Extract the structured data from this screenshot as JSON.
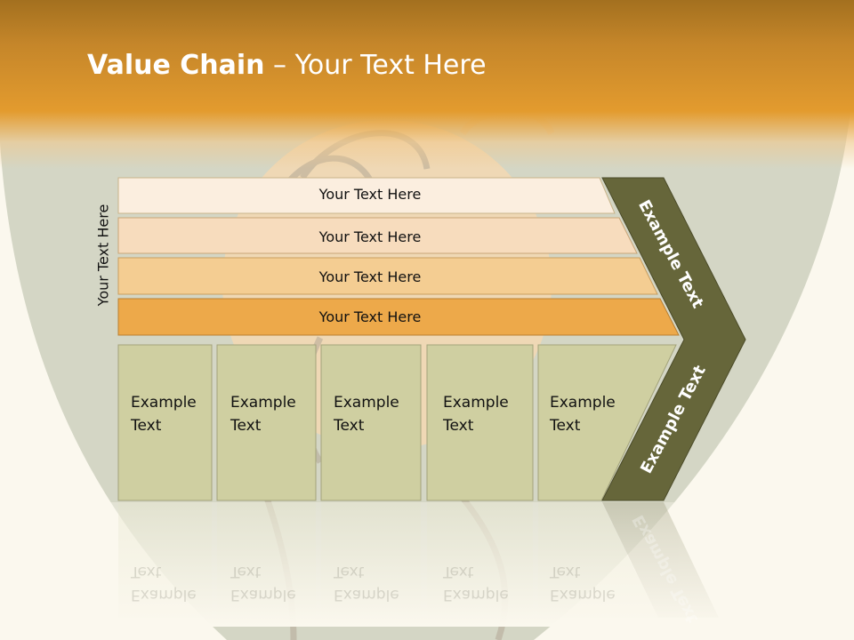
{
  "title": {
    "bold": "Value Chain",
    "rest": " – Your Text Here"
  },
  "side_label": "Your Text Here",
  "rows": [
    {
      "label": "Your Text Here",
      "color": "#fbeedf"
    },
    {
      "label": "Your Text Here",
      "color": "#f7dcbd"
    },
    {
      "label": "Your Text Here",
      "color": "#f4cd92"
    },
    {
      "label": "Your Text Here",
      "color": "#eda94a"
    }
  ],
  "columns": [
    {
      "line1": "Example",
      "line2": "Text"
    },
    {
      "line1": "Example",
      "line2": "Text"
    },
    {
      "line1": "Example",
      "line2": "Text"
    },
    {
      "line1": "Example",
      "line2": "Text"
    },
    {
      "line1": "Example",
      "line2": "Text"
    }
  ],
  "chevron": {
    "top_label": "Example Text",
    "bottom_label": "Example Text"
  },
  "colors": {
    "header": "#e39b2e",
    "column_fill": "#cfcfa1",
    "chevron_fill": "#66663a",
    "background": "#fbf8ee",
    "heart": "#cdd0bd"
  }
}
